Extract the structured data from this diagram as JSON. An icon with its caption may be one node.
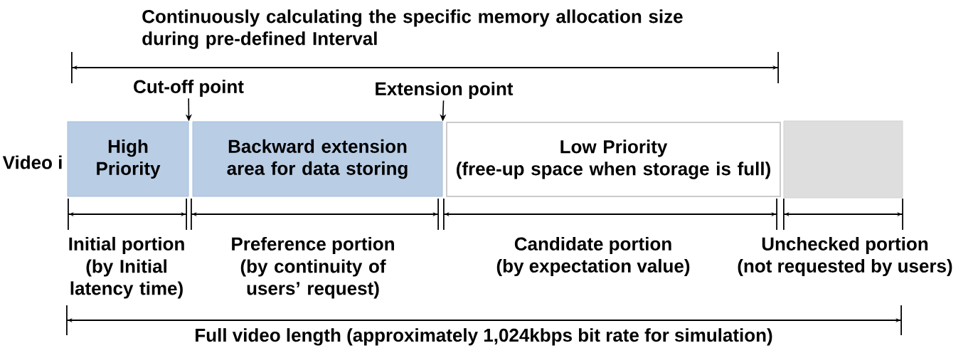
{
  "diagram": {
    "nodes": [
      {
        "text": [
          "Cut-off point"
        ]
      },
      {
        "text": [
          "Extension point"
        ]
      },
      {
        "text": [
          "High Priority"
        ]
      },
      {
        "text": [
          "Backward extension area for data storing"
        ]
      },
      {
        "text": [
          "Low Priority",
          "(free-up space when storage is full)"
        ]
      },
      {
        "text": [],
        "shape": "box"
      }
    ],
    "edges": [
      {
        "from": 0,
        "to": 2,
        "arrow": "to"
      },
      {
        "from": 1,
        "to": 3,
        "arrow": "to"
      }
    ],
    "labels": [
      "Continuously calculating the specific memory allocation size during pre-defined Interval",
      "Video i",
      "Initial portion",
      "(by Initial latency time)",
      "Preference portion",
      "(by continuity of users’ request)",
      "Candidate portion",
      "(by expectation value)",
      "Unchecked portion",
      "(not requested by users)",
      "Full video length (approximately 1,024kbps bit rate for simulation)"
    ]
  }
}
